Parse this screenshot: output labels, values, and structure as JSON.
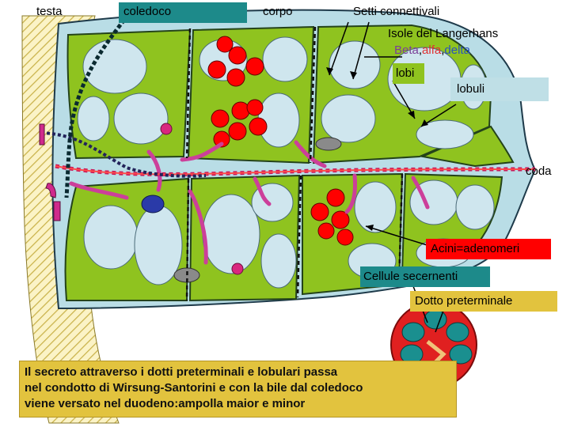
{
  "labels": {
    "testa": "testa",
    "coledoco": "coledoco",
    "corpo": "corpo",
    "setti": "Setti connettivali",
    "isole": "Isole del Langerhans",
    "beta": "Beta",
    "comma1": ",",
    "alfa": "alfa",
    "comma2": ",",
    "delta": "delta",
    "lobi": "lobi",
    "lobuli": "lobuli",
    "coda": "coda",
    "acini": "Acini=adenomeri",
    "cellule": "Cellule secernenti",
    "dotto": "Dotto preterminale"
  },
  "note": {
    "line1": "Il secreto attraverso i dotti preterminali e lobulari passa",
    "line2": "nel condotto di Wirsung-Santorini e con la bile dal coledoco",
    "line3": "viene versato nel duodeno:ampolla maior e minor"
  },
  "colors": {
    "capsule": "#b9dde6",
    "lobule": "#8fc31f",
    "acinus": "#cfe6ee",
    "islet": "#ff0000",
    "duct": "#c8185a",
    "vessel": "#cc3f9a",
    "beta": "#7b3f98",
    "alfa": "#e03030",
    "delta": "#2a52be",
    "coledoco_box": "#1d8a8a",
    "lobi_box": "#8fc31f",
    "lobuli_box": "#bfdfe6",
    "acini_box": "#ff0000",
    "cellule_box": "#1d8a8a",
    "dotto_box": "#e2c33e",
    "note_box": "#e2c33e"
  }
}
